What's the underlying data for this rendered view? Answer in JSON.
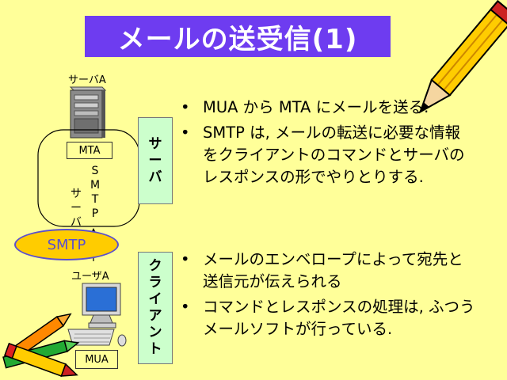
{
  "title": "メールの送受信(1)",
  "server": {
    "label": "サーバA",
    "mta_label": "MTA",
    "smtp_vertical_label": "SMTP",
    "server_vertical_label": "サーバ"
  },
  "user": {
    "label": "ユーザA",
    "mua_label": "MUA"
  },
  "smtp_badge": "SMTP",
  "banners": {
    "server": "サーバ",
    "client": "クライアント"
  },
  "bullets_top": [
    "MUA から MTA にメールを送る.",
    "SMTP は, メールの転送に必要な情報をクライアントのコマンドとサーバのレスポンスの形でやりとりする."
  ],
  "bullets_bottom": [
    "メールのエンベロープによって宛先と送信元が伝えられる",
    "コマンドとレスポンスの処理は, ふつうメールソフトが行っている."
  ],
  "colors": {
    "background": "#ffff99",
    "title_bg": "#6e3cf0",
    "banner_bg": "#ccffcc",
    "smtp_fill": "#ffcc00",
    "smtp_text": "#5a4fcf"
  },
  "icons": [
    "server-tower-icon",
    "computer-icon",
    "pencil-icon",
    "crayons-icon",
    "up-arrow-icon"
  ]
}
